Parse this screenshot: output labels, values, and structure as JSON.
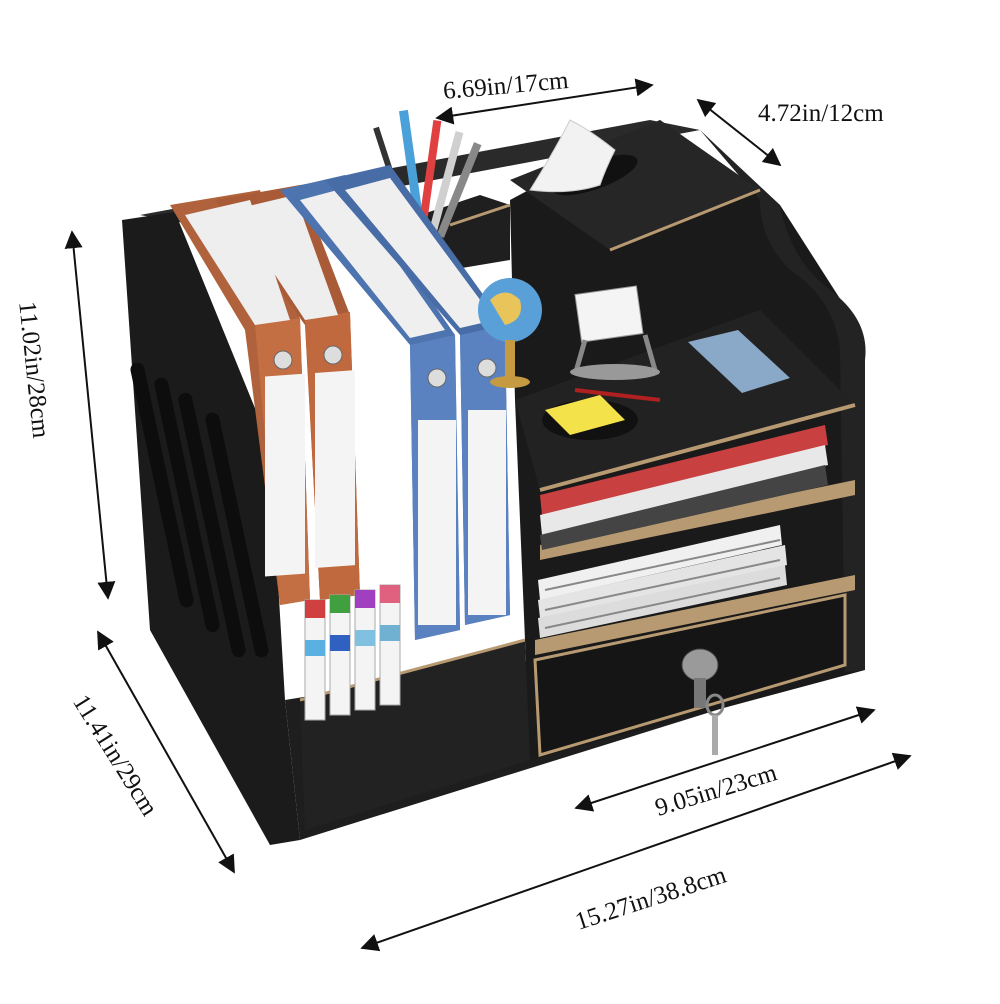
{
  "dimensions": {
    "top_width": "6.69in/17cm",
    "top_depth": "4.72in/12cm",
    "height": "11.02in/28cm",
    "side_depth": "11.41in/29cm",
    "shelf_width": "9.05in/23cm",
    "total_width": "15.27in/38.8cm"
  },
  "colors": {
    "wood": "#1c1c1c",
    "wood_edge": "#b89a72",
    "binder_brown": "#b0623c",
    "binder_blue": "#4e74b0",
    "sticky_note": "#f3e24a"
  }
}
